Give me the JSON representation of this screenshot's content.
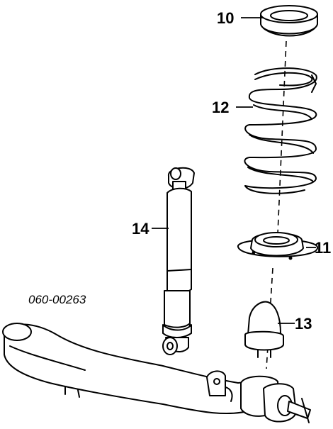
{
  "diagram": {
    "reference_code": "060-00263",
    "parts": [
      {
        "number": "10",
        "name": "upper-spring-seat"
      },
      {
        "number": "12",
        "name": "coil-spring"
      },
      {
        "number": "11",
        "name": "lower-spring-seat"
      },
      {
        "number": "13",
        "name": "bump-stop"
      },
      {
        "number": "14",
        "name": "shock-absorber"
      }
    ]
  }
}
